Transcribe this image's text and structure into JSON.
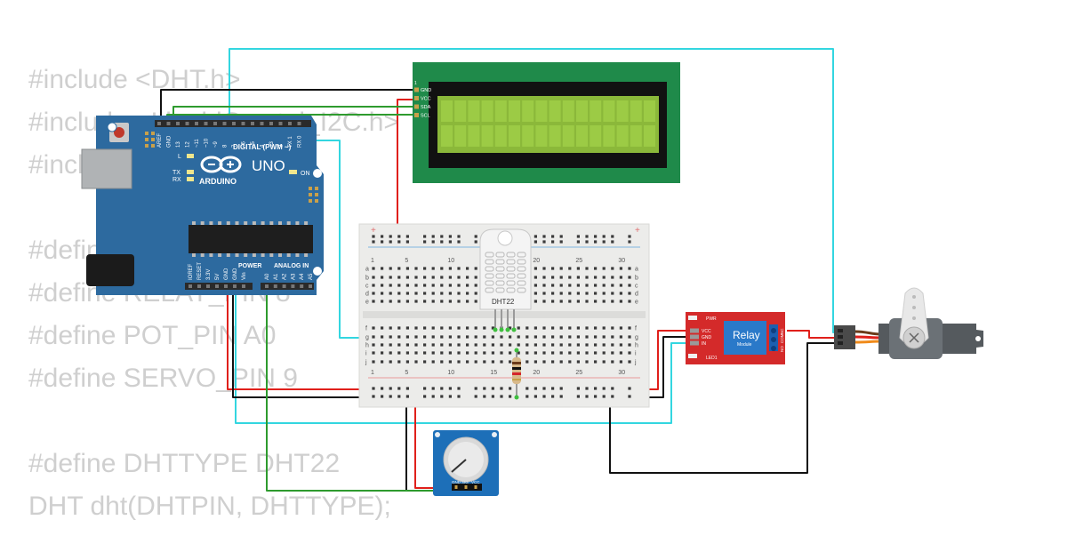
{
  "code_lines": [
    "#include <DHT.h>",
    "#include <LiquidCrystal_I2C.h>",
    "#include <Servo.h>",
    "",
    "#define DHTPIN 2",
    "#define RELAY_PIN 8",
    "#define POT_PIN A0",
    "#define SERVO_PIN 9",
    "",
    "#define DHTTYPE DHT22",
    "DHT dht(DHTPIN, DHTTYPE);"
  ],
  "arduino": {
    "logo": "ARDUINO",
    "model": "UNO",
    "digital_header": "DIGITAL (PWM ~)",
    "power_header": "POWER",
    "analog_header": "ANALOG IN",
    "on_label": "ON",
    "l_label": "L",
    "tx_label": "TX",
    "rx_label": "RX",
    "top_pins": [
      "AREF",
      "GND",
      "13",
      "12",
      "~11",
      "~10",
      "~9",
      "8",
      "7",
      "~6",
      "~5",
      "4",
      "~3",
      "2",
      "TX 1",
      "RX 0"
    ],
    "power_pins": [
      "IOREF",
      "RESET",
      "3.3V",
      "5V",
      "GND",
      "GND",
      "Vin"
    ],
    "analog_pins": [
      "A0",
      "A1",
      "A2",
      "A3",
      "A4",
      "A5"
    ]
  },
  "lcd": {
    "pins": [
      "GND",
      "VCC",
      "SDA",
      "SCL"
    ]
  },
  "breadboard": {
    "column_numbers": [
      "1",
      "5",
      "10",
      "15",
      "20",
      "25",
      "30"
    ],
    "row_letters_top": [
      "a",
      "b",
      "c",
      "d",
      "e"
    ],
    "row_letters_bottom": [
      "f",
      "g",
      "h",
      "i",
      "j"
    ]
  },
  "dht": {
    "label": "DHT22"
  },
  "relay": {
    "label": "Relay",
    "sublabel": "Module",
    "pins": [
      "VCC",
      "GND",
      "IN"
    ],
    "pwr_label": "PWR",
    "led_label": "LED1",
    "terminals": [
      "NC",
      "COM",
      "NO"
    ]
  },
  "pot": {
    "pins": [
      "GND",
      "SIG",
      "VCC"
    ]
  },
  "colors": {
    "wire_cyan": "#33d6e0",
    "wire_red": "#e0201b",
    "wire_black": "#111111",
    "wire_green": "#2e9b2e",
    "board_blue": "#2d6a9f",
    "lcd_pcb": "#1f8a4a",
    "lcd_screen": "#8bb83a",
    "relay_pcb": "#d42a2a"
  }
}
